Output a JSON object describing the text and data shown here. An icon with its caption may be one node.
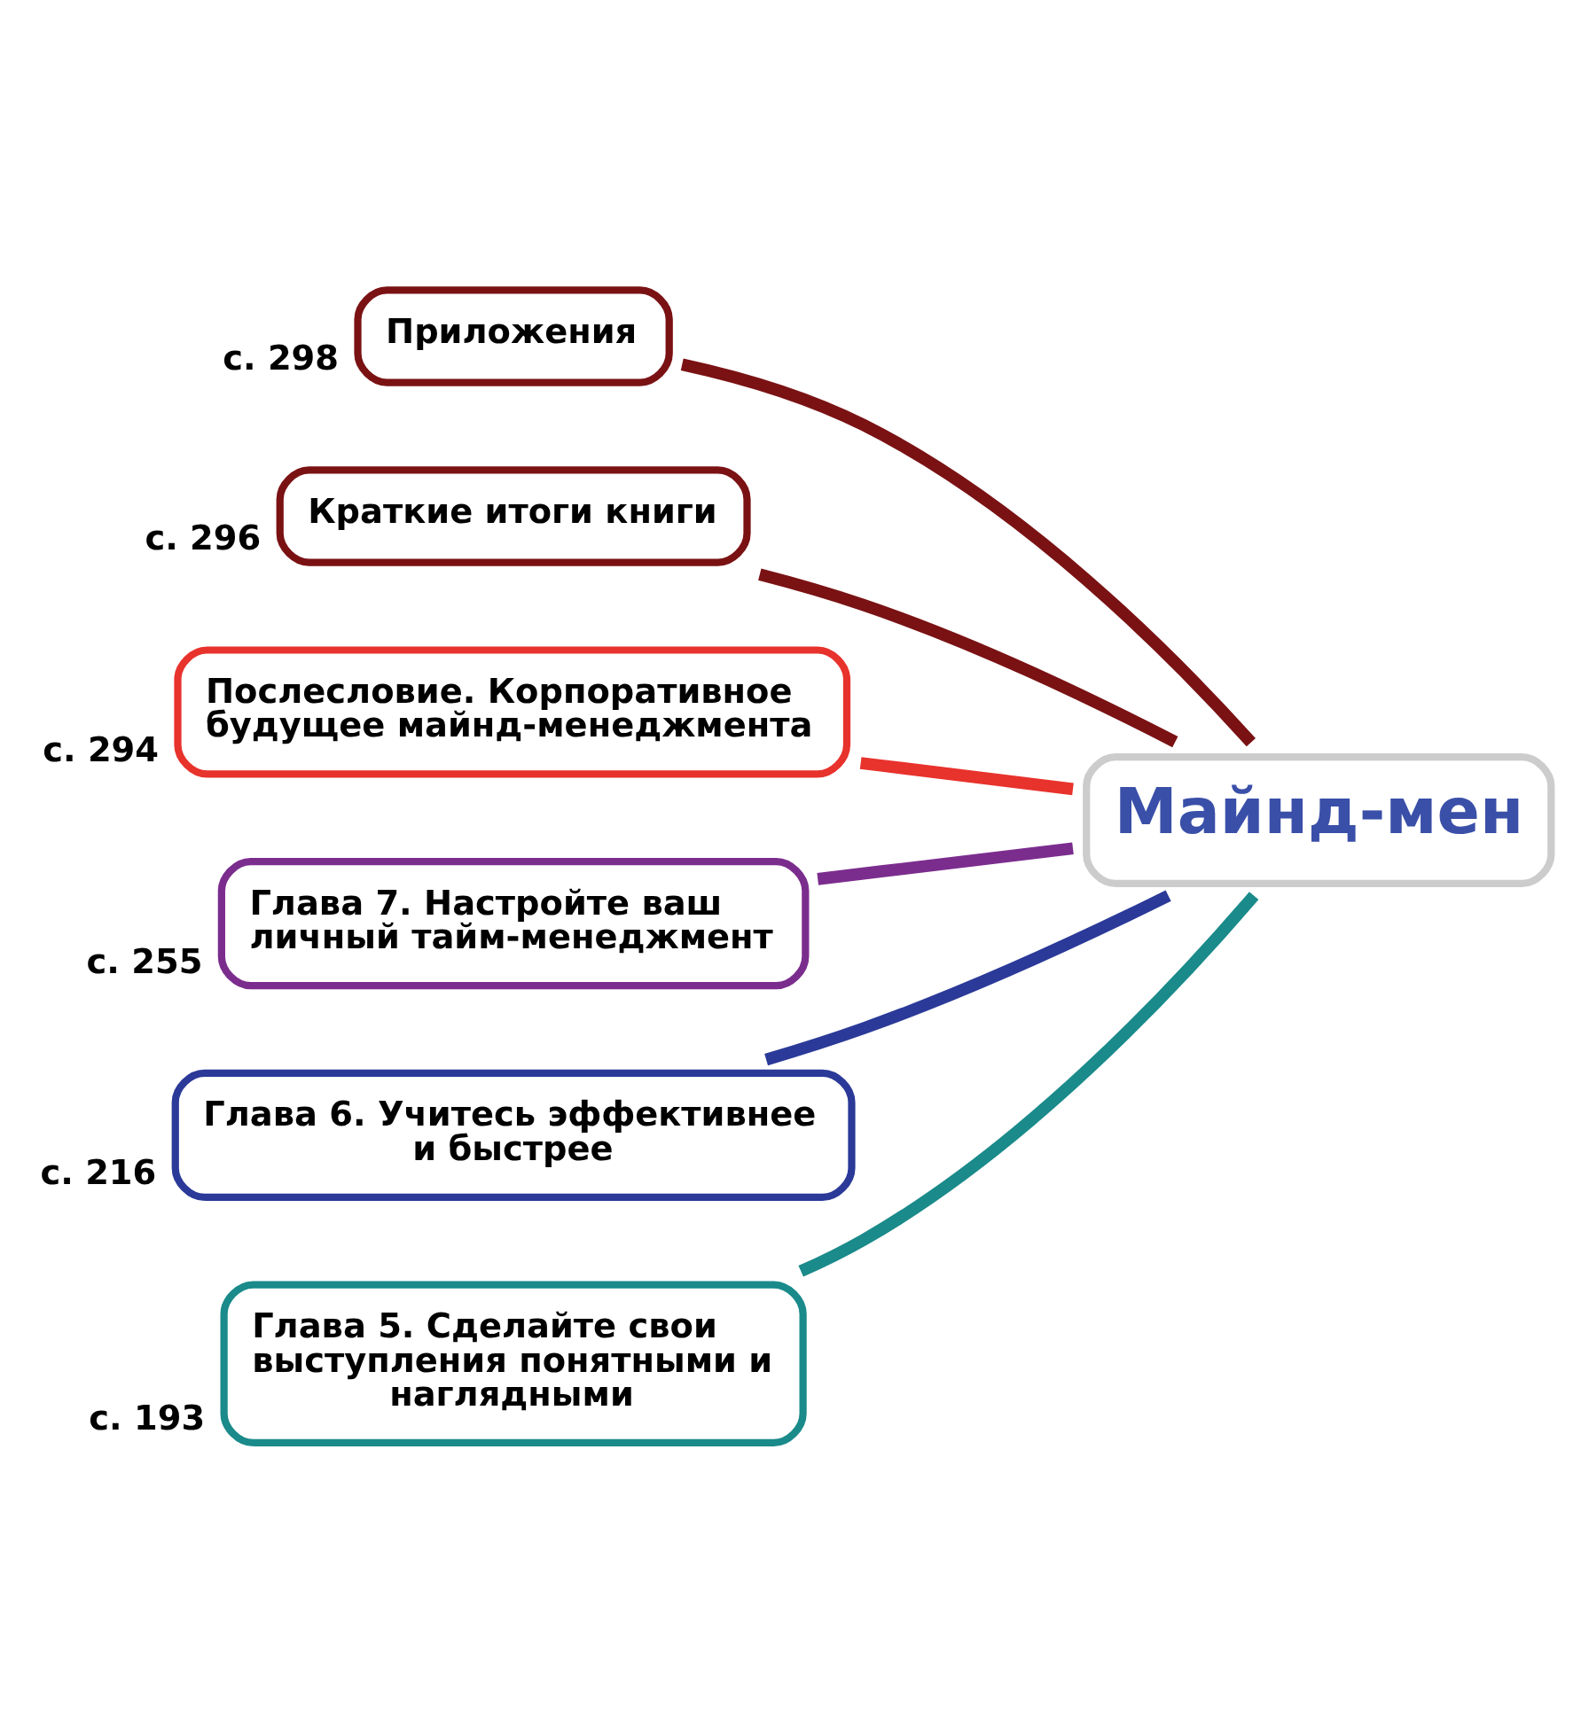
{
  "diagram": {
    "nodes": [
      {
        "text": [
          "Майнд-мен"
        ]
      },
      {
        "text": [
          "Приложения"
        ],
        "beside": [
          "с. 298"
        ]
      },
      {
        "text": [
          "Краткие итоги книги"
        ],
        "beside": [
          "с. 296"
        ]
      },
      {
        "text": [
          "Послесловие. Корпоративное будущее майнд-менеджмента"
        ],
        "beside": [
          "с. 294"
        ]
      },
      {
        "text": [
          "Глава 7. Настройте ваш личный тайм-менеджмент"
        ],
        "beside": [
          "с. 255"
        ]
      },
      {
        "text": [
          "Глава 6. Учитесь эффективнее и быстрее"
        ],
        "beside": [
          "с. 216"
        ]
      },
      {
        "text": [
          "Глава 5. Сделайте свои выступления понятными и наглядными"
        ],
        "beside": [
          "с. 193"
        ]
      }
    ],
    "edges": [
      {
        "from": 0,
        "to": 1,
        "arrow": "none",
        "color": "#7a1214"
      },
      {
        "from": 0,
        "to": 2,
        "arrow": "none",
        "color": "#7a1214"
      },
      {
        "from": 0,
        "to": 3,
        "arrow": "none",
        "color": "#e8322c"
      },
      {
        "from": 0,
        "to": 4,
        "arrow": "none",
        "color": "#7b2d8e"
      },
      {
        "from": 0,
        "to": 5,
        "arrow": "none",
        "color": "#2b3a98"
      },
      {
        "from": 0,
        "to": 6,
        "arrow": "none",
        "color": "#1a8a8a"
      }
    ]
  }
}
